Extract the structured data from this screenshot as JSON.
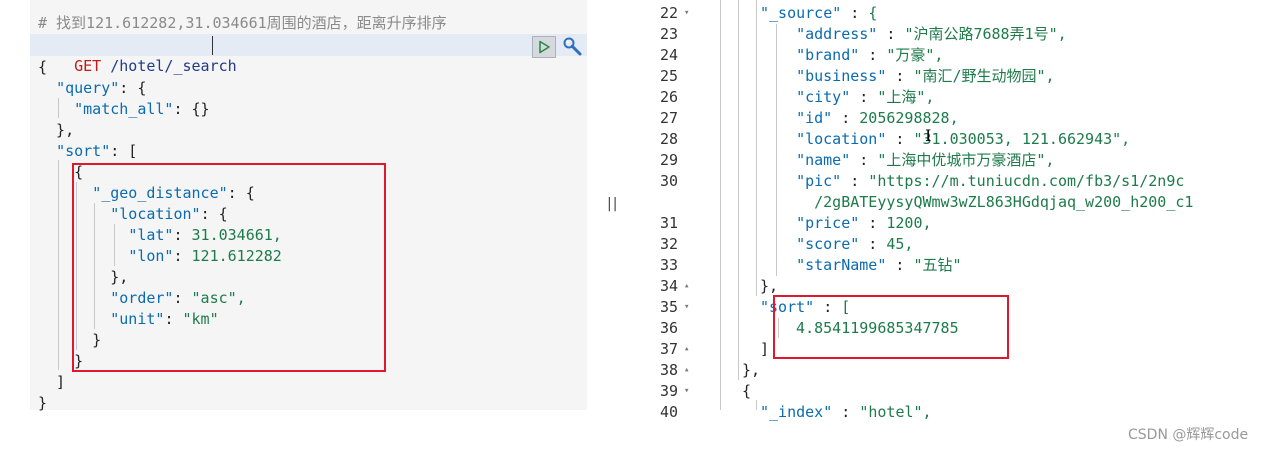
{
  "request_editor": {
    "comment": "# 找到121.612282,31.034661周围的酒店，距离升序排序",
    "method": "GET",
    "path": "/hotel/_search",
    "lines": [
      "{",
      "  \"query\": {",
      "    \"match_all\": {}",
      "  },",
      "  \"sort\": [",
      "    {",
      "      \"_geo_distance\": {",
      "        \"location\": {",
      "          \"lat\": 31.034661,",
      "          \"lon\": 121.612282",
      "        },",
      "        \"order\": \"asc\",",
      "        \"unit\": \"km\"",
      "      }",
      "    }",
      "  ]",
      "}"
    ],
    "run_icon": "play-icon",
    "settings_icon": "wrench-icon"
  },
  "response_viewer": {
    "line_numbers": [
      "22",
      "23",
      "24",
      "25",
      "26",
      "27",
      "28",
      "29",
      "30",
      "",
      "31",
      "32",
      "33",
      "34",
      "35",
      "36",
      "37",
      "38",
      "39",
      "40"
    ],
    "fold_markers": [
      "▾",
      "",
      "",
      "",
      "",
      "",
      "",
      "",
      "",
      "",
      "",
      "",
      "",
      "▴",
      "▾",
      "",
      "▴",
      "▴",
      "▾",
      ""
    ],
    "lines": [
      "\"_source\" : {",
      "  \"address\" : \"沪南公路7688弄1号\",",
      "  \"brand\" : \"万豪\",",
      "  \"business\" : \"南汇/野生动物园\",",
      "  \"city\" : \"上海\",",
      "  \"id\" : 2056298828,",
      "  \"location\" : \"31.030053, 121.662943\",",
      "  \"name\" : \"上海中优城市万豪酒店\",",
      "  \"pic\" : \"https://m.tuniucdn.com/fb3/s1/2n9c",
      "    /2gBATEyysyQWmw3wZL863HGdqjaq_w200_h200_c1",
      "  \"price\" : 1200,",
      "  \"score\" : 45,",
      "  \"starName\" : \"五钻\"",
      "},",
      "\"sort\" : [",
      "  4.8541199685347785",
      "]",
      "},",
      "{",
      "\"_index\" : \"hotel\","
    ]
  },
  "splitter_glyph": "||",
  "text_cursor_glyph": "I",
  "watermark": "CSDN @辉辉code",
  "colors": {
    "highlight": "#e0182d",
    "editor_bg": "#f5f5f5",
    "active_line": "#e4ebf4",
    "key": "#0b6bb0",
    "string": "#1d7b4a",
    "method": "#c41a16"
  }
}
